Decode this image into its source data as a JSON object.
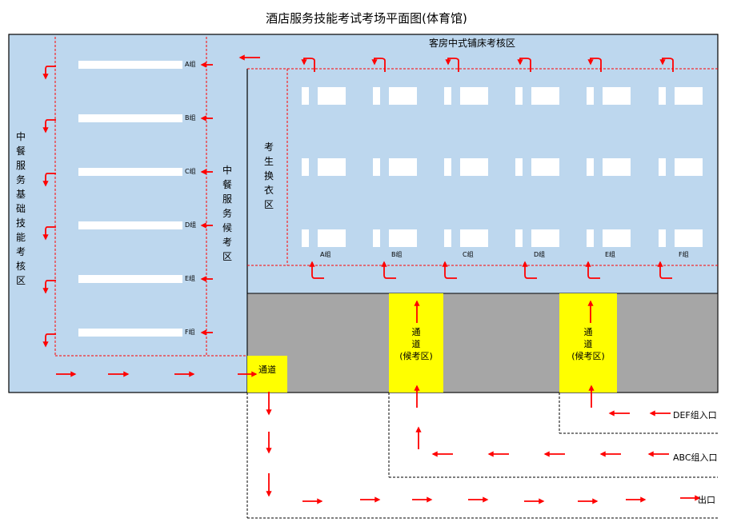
{
  "title": "酒店服务技能考试考场平面图(体育馆)",
  "colors": {
    "zone": "#bdd7ee",
    "corridor": "#a6a6a6",
    "channel": "#ffff00",
    "arrow": "#ff0000",
    "table": "#ffffff"
  },
  "zones": {
    "chinese_basic": "中餐服务基础技能考核区",
    "chinese_wait": "中餐服务候考区",
    "bedding": "客房中式铺床考核区",
    "changing": "考生换衣区"
  },
  "left_groups": [
    "A组",
    "B组",
    "C组",
    "D组",
    "E组",
    "F组"
  ],
  "right_groups": [
    "A组",
    "B组",
    "C组",
    "D组",
    "E组",
    "F组"
  ],
  "channels": {
    "small": "通道",
    "line1": "通",
    "line2": "道",
    "line3": "(候考区)"
  },
  "entrances": {
    "def": "DEF组入口",
    "abc": "ABC组入口",
    "exit": "出口"
  }
}
